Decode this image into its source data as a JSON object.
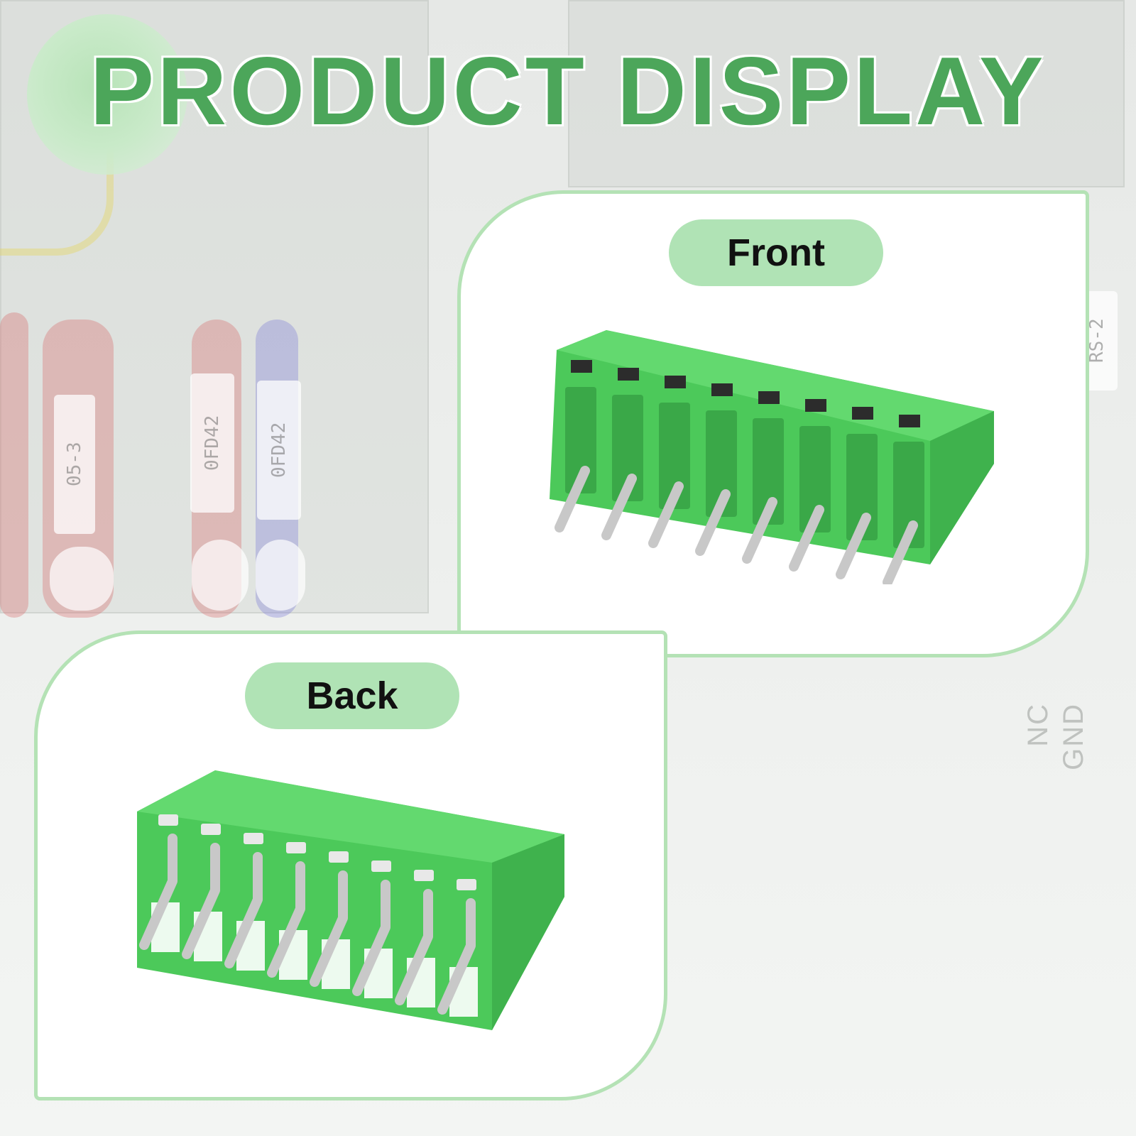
{
  "title": "PRODUCT DISPLAY",
  "views": {
    "front": {
      "label": "Front"
    },
    "back": {
      "label": "Back"
    }
  },
  "background": {
    "wire_labels": [
      "05-3",
      "0FD42",
      "0FD42",
      "RS-2"
    ],
    "panel_print": [
      "NC",
      "GND"
    ]
  },
  "product": {
    "name": "terminal-block",
    "positions": 8,
    "body_color": "#4cc95a",
    "pin_color": "#c8c8c8"
  },
  "colors": {
    "title": "#4ca65a",
    "accent": "#b0e3b5",
    "card_border": "#b4e2b5"
  }
}
